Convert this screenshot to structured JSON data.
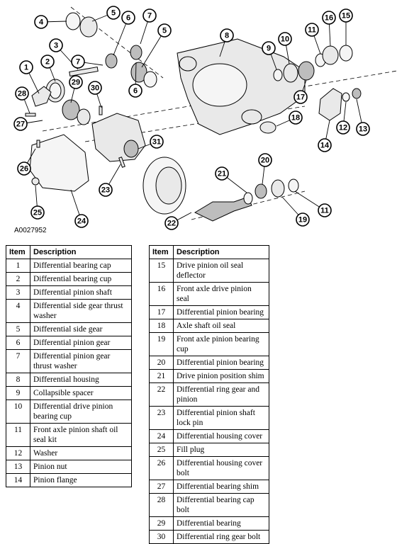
{
  "figure_id": "A0027952",
  "table_headers": {
    "item": "Item",
    "description": "Description"
  },
  "callouts": [
    "1",
    "2",
    "3",
    "4",
    "5",
    "5",
    "6",
    "6",
    "7",
    "7",
    "8",
    "9",
    "10",
    "11",
    "11",
    "12",
    "13",
    "14",
    "15",
    "16",
    "17",
    "18",
    "19",
    "20",
    "21",
    "22",
    "23",
    "24",
    "25",
    "26",
    "27",
    "28",
    "29",
    "30",
    "31"
  ],
  "parts_left": [
    {
      "item": "1",
      "description": "Differential bearing cap"
    },
    {
      "item": "2",
      "description": "Differential bearing cup"
    },
    {
      "item": "3",
      "description": "Differential pinion shaft"
    },
    {
      "item": "4",
      "description": "Differential side gear thrust washer"
    },
    {
      "item": "5",
      "description": "Differential side gear"
    },
    {
      "item": "6",
      "description": "Differential pinion gear"
    },
    {
      "item": "7",
      "description": "Differential pinion gear thrust washer"
    },
    {
      "item": "8",
      "description": "Differential housing"
    },
    {
      "item": "9",
      "description": "Collapsible spacer"
    },
    {
      "item": "10",
      "description": "Differential drive pinion bearing cup"
    },
    {
      "item": "11",
      "description": "Front axle pinion shaft oil seal kit"
    },
    {
      "item": "12",
      "description": "Washer"
    },
    {
      "item": "13",
      "description": "Pinion nut"
    },
    {
      "item": "14",
      "description": "Pinion flange"
    }
  ],
  "parts_right": [
    {
      "item": "15",
      "description": "Drive pinion oil seal deflector"
    },
    {
      "item": "16",
      "description": "Front axle drive pinion seal"
    },
    {
      "item": "17",
      "description": "Differential pinion bearing"
    },
    {
      "item": "18",
      "description": "Axle shaft oil seal"
    },
    {
      "item": "19",
      "description": "Front axle pinion bearing cup"
    },
    {
      "item": "20",
      "description": "Differential pinion bearing"
    },
    {
      "item": "21",
      "description": "Drive pinion position shim"
    },
    {
      "item": "22",
      "description": "Differential ring gear and pinion"
    },
    {
      "item": "23",
      "description": "Differential pinion shaft lock pin"
    },
    {
      "item": "24",
      "description": "Differential housing cover"
    },
    {
      "item": "25",
      "description": "Fill plug"
    },
    {
      "item": "26",
      "description": "Differential housing cover bolt"
    },
    {
      "item": "27",
      "description": "Differential bearing shim"
    },
    {
      "item": "28",
      "description": "Differential bearing cap bolt"
    },
    {
      "item": "29",
      "description": "Differential bearing"
    },
    {
      "item": "30",
      "description": "Differential ring gear bolt"
    }
  ]
}
